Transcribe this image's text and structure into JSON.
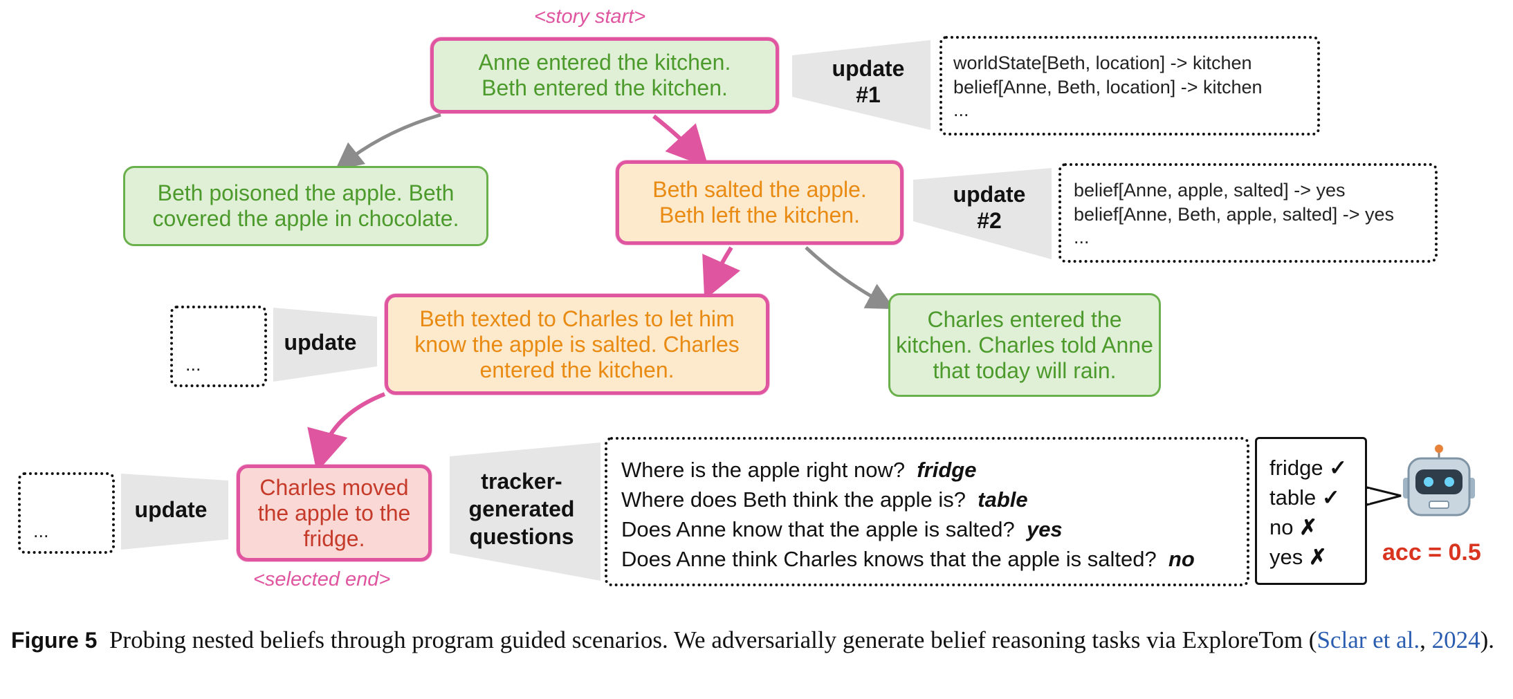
{
  "tags": {
    "story_start": "<story start>",
    "selected_end": "<selected end>"
  },
  "nodes": {
    "n1": "Anne entered the kitchen. Beth entered the kitchen.",
    "n2": "Beth poisoned the apple. Beth covered the apple in chocolate.",
    "n3": "Beth salted the apple. Beth left the kitchen.",
    "n4": "Beth texted to Charles to let him know the apple is salted. Charles entered the kitchen.",
    "n5": "Charles entered the kitchen. Charles told Anne that today will rain.",
    "n6": "Charles moved the apple to the fridge."
  },
  "updates": {
    "u1": {
      "label": "update",
      "number": "#1",
      "lines": [
        "worldState[Beth, location] ->  kitchen",
        "belief[Anne, Beth, location] -> kitchen",
        "..."
      ]
    },
    "u2": {
      "label": "update",
      "number": "#2",
      "lines": [
        "belief[Anne, apple, salted] -> yes",
        "belief[Anne, Beth, apple, salted] -> yes",
        "..."
      ]
    },
    "u3": {
      "label": "update",
      "lines": [
        "..."
      ]
    },
    "u4": {
      "label": "update",
      "lines": [
        "..."
      ]
    }
  },
  "questions_label": "tracker-generated questions",
  "questions": [
    {
      "q": "Where is the apple right now?",
      "a": "fridge"
    },
    {
      "q": "Where does Beth think the apple is?",
      "a": "table"
    },
    {
      "q": "Does Anne know that the apple is salted?",
      "a": "yes"
    },
    {
      "q": "Does Anne think Charles knows that the apple is salted?",
      "a": "no"
    }
  ],
  "model_answers": [
    {
      "answer": "fridge",
      "mark": "✓"
    },
    {
      "answer": "table",
      "mark": "✓"
    },
    {
      "answer": "no",
      "mark": "✗"
    },
    {
      "answer": "yes",
      "mark": "✗"
    }
  ],
  "accuracy": "acc = 0.5",
  "colors": {
    "pink": "#e0559f",
    "green": "#6ab04c",
    "orange": "#e98a12",
    "red": "#c63a2a",
    "gray": "#8c8c8c"
  },
  "caption": {
    "figure": "Figure 5",
    "text": "Probing nested beliefs through program guided scenarios. We adversarially generate belief reasoning tasks via ExploreTom (",
    "cite_author": "Sclar et al.",
    "cite_sep": ", ",
    "cite_year": "2024",
    "end": ")."
  }
}
